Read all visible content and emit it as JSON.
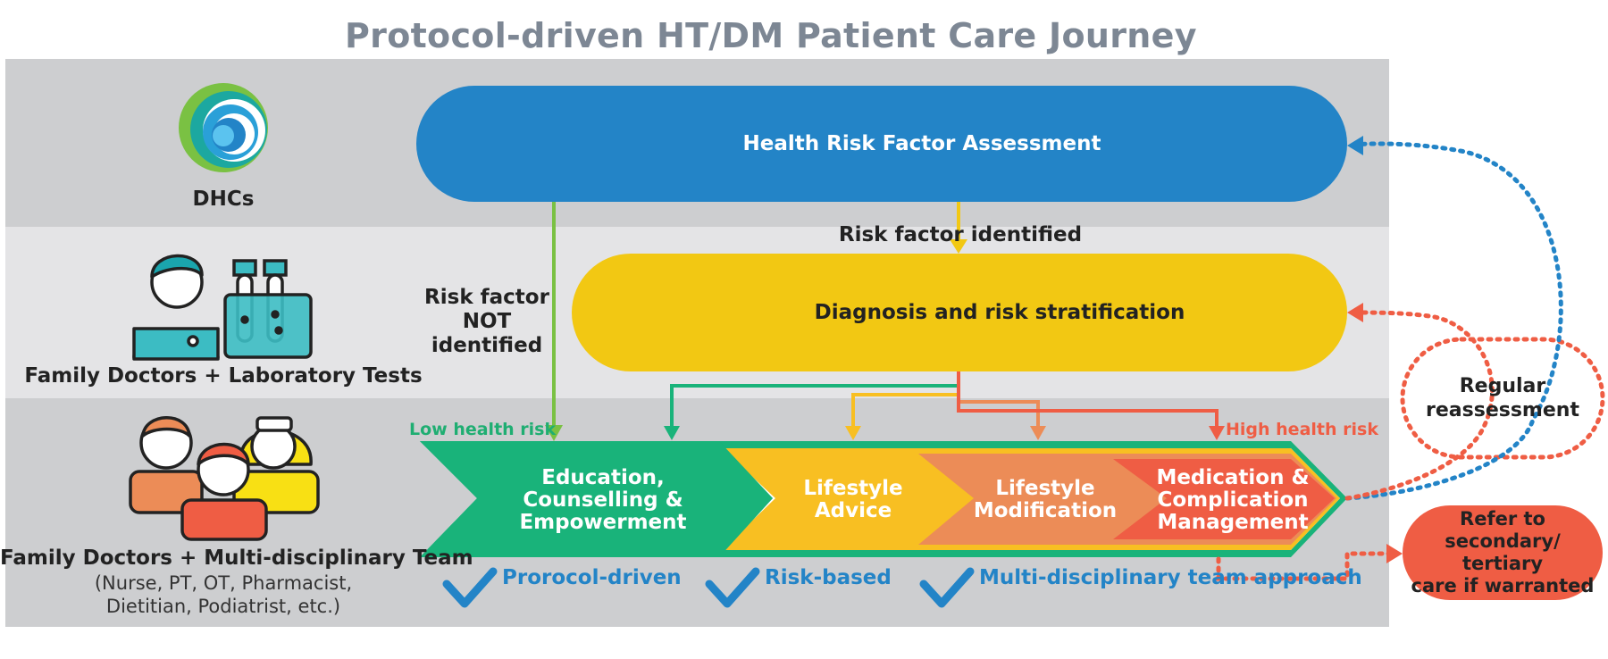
{
  "title": "Protocol-driven HT/DM Patient Care Journey",
  "rows": {
    "dhcs": "DHCs",
    "family_lab": "Family Doctors + Laboratory Tests",
    "family_team": "Family Doctors + Multi-disciplinary Team",
    "family_team_sub": "(Nurse, PT, OT, Pharmacist,",
    "family_team_sub2": "Dietitian, Podiatrist, etc.)"
  },
  "steps": {
    "assessment": "Health Risk Factor Assessment",
    "diagnosis": "Diagnosis and risk stratification",
    "risk_identified": "Risk factor identified",
    "risk_not_identified_1": "Risk factor",
    "risk_not_identified_2": "NOT",
    "risk_not_identified_3": "identified"
  },
  "risk": {
    "low": "Low health risk",
    "high": "High health risk"
  },
  "chevrons": [
    {
      "lines": [
        "Education,",
        "Counselling &",
        "Empowerment"
      ],
      "color": "#19b37a"
    },
    {
      "lines": [
        "Lifestyle",
        "Advice"
      ],
      "color": "#f8bf22"
    },
    {
      "lines": [
        "Lifestyle",
        "Modification"
      ],
      "color": "#ec8c57"
    },
    {
      "lines": [
        "Medication &",
        "Complication",
        "Management"
      ],
      "color": "#ef5d44"
    }
  ],
  "principles": [
    "Prorocol-driven",
    "Risk-based",
    "Multi-disciplinary team approach"
  ],
  "reassessment": [
    "Regular",
    "reassessment"
  ],
  "refer": [
    "Refer to",
    "secondary/ tertiary",
    "care if warranted"
  ],
  "colors": {
    "blue": "#2384c7",
    "yellow": "#f2c813",
    "green": "#19b37a",
    "orange": "#ec8c57",
    "red": "#ef5d44",
    "title_gray": "#7d8794"
  },
  "icons": [
    "dhc-logo-icon",
    "heart-scale-icon",
    "doctor-icon",
    "test-tubes-icon",
    "checklist-icon",
    "hexagon-molecule-icon",
    "care-team-icon",
    "checkmark-icon"
  ]
}
